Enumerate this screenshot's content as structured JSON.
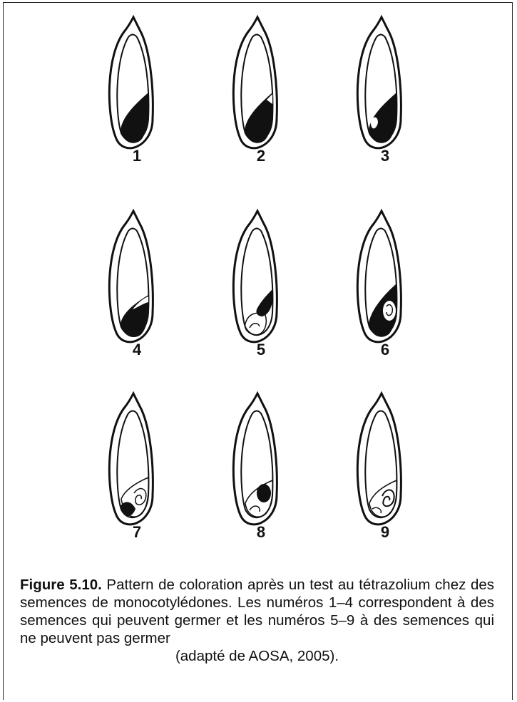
{
  "figure": {
    "seeds": [
      {
        "number": "1",
        "pattern": "viable-full-embryo"
      },
      {
        "number": "2",
        "pattern": "viable-embryo-small-unstained-notch"
      },
      {
        "number": "3",
        "pattern": "viable-embryo-unstained-tip"
      },
      {
        "number": "4",
        "pattern": "viable-embryo-unstained-scutellum-edge"
      },
      {
        "number": "5",
        "pattern": "nonviable-radicle-unstained"
      },
      {
        "number": "6",
        "pattern": "nonviable-axis-unstained"
      },
      {
        "number": "7",
        "pattern": "nonviable-embryo-mostly-unstained"
      },
      {
        "number": "8",
        "pattern": "nonviable-partial-stain"
      },
      {
        "number": "9",
        "pattern": "nonviable-unstained"
      }
    ],
    "caption": {
      "label": "Figure 5.10.",
      "text": " Pattern de coloration après un test au tétrazolium chez des semences de monocotylédones. Les numéros 1–4 correspondent à des semences qui peuvent germer et les numéros 5–9 à des semences qui ne peuvent pas germer",
      "text_last": "(adapté de AOSA, 2005)."
    },
    "colors": {
      "ink": "#111111",
      "stain": "#111111",
      "paper": "#ffffff",
      "frame": "#222222"
    }
  }
}
